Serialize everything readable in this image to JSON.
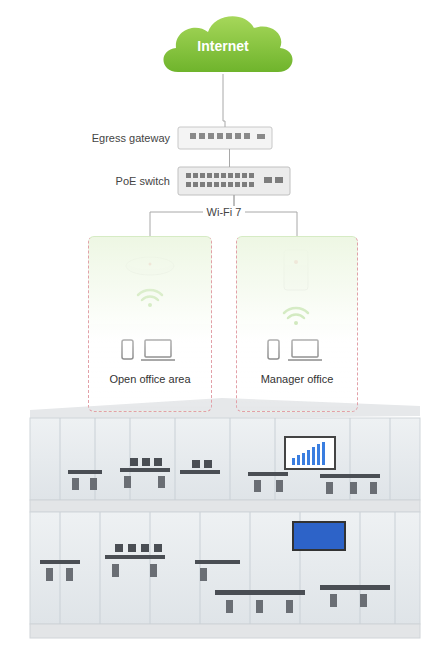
{
  "diagram": {
    "nodes": [
      {
        "text": [
          "Internet"
        ]
      },
      {
        "text": [
          "Egress gateway"
        ]
      },
      {
        "text": [
          "PoE switch"
        ]
      },
      {
        "text": [
          "Open office area"
        ]
      },
      {
        "text": [
          "Manager office"
        ]
      }
    ],
    "edges": [
      {
        "from": 0,
        "to": 1,
        "arrow": "none"
      },
      {
        "from": 1,
        "to": 2,
        "arrow": "none"
      },
      {
        "from": 2,
        "to": 3,
        "arrow": "none"
      },
      {
        "from": 2,
        "to": 4,
        "arrow": "none"
      }
    ],
    "labels": [
      "Wi-Fi 7"
    ]
  }
}
